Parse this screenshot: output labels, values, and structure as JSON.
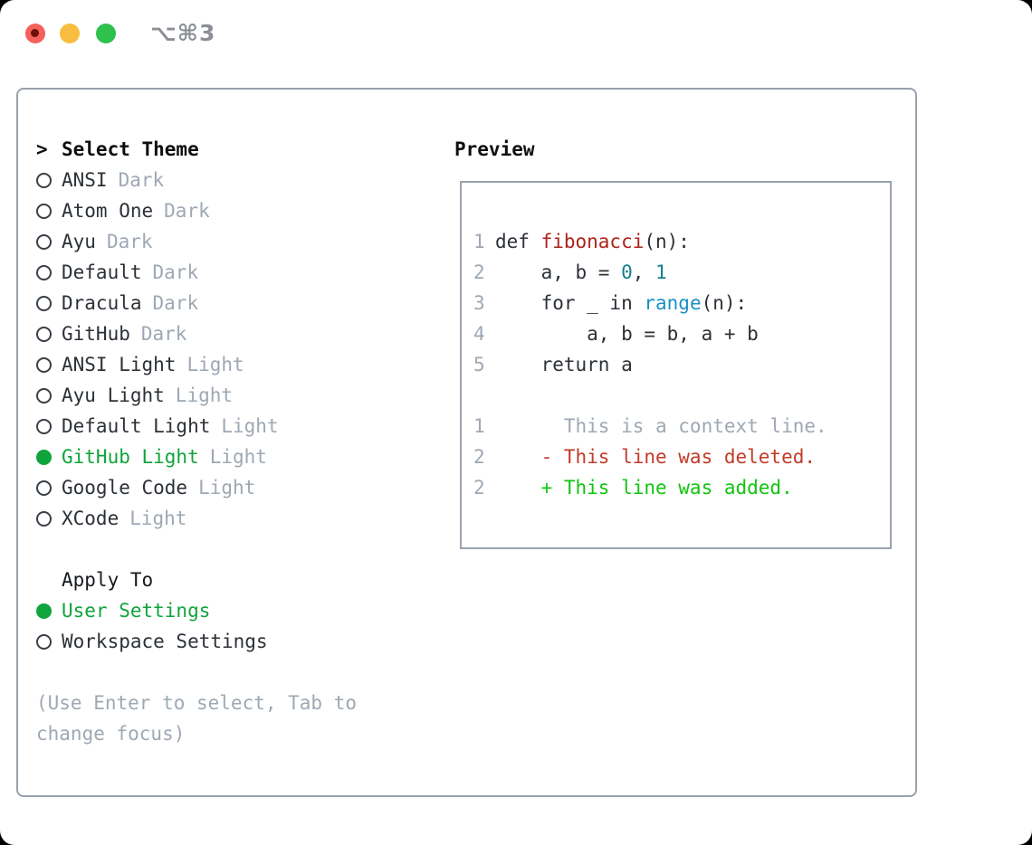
{
  "window": {
    "title": "⌥⌘3",
    "buttons": [
      "close",
      "minimize",
      "zoom"
    ]
  },
  "colors": {
    "accent_green": "#10a43c",
    "added_green": "#11c40f",
    "deleted_red": "#c23b28",
    "function_red": "#ae231c",
    "builtin_blue": "#1b8fc7",
    "number_teal": "#12808a",
    "text_dark": "#2c3137",
    "muted_gray": "#9ea8b4",
    "border_gray": "#99a1ac",
    "traffic_red": "#f4605a",
    "traffic_yellow": "#f8bd3e",
    "traffic_green": "#2fc14e"
  },
  "theme_picker": {
    "cursor": ">",
    "header": "Select Theme",
    "themes": [
      {
        "label": "ANSI",
        "tag": "Dark",
        "selected": false
      },
      {
        "label": "Atom One",
        "tag": "Dark",
        "selected": false
      },
      {
        "label": "Ayu",
        "tag": "Dark",
        "selected": false
      },
      {
        "label": "Default",
        "tag": "Dark",
        "selected": false
      },
      {
        "label": "Dracula",
        "tag": "Dark",
        "selected": false
      },
      {
        "label": "GitHub",
        "tag": "Dark",
        "selected": false
      },
      {
        "label": "ANSI Light",
        "tag": "Light",
        "selected": false
      },
      {
        "label": "Ayu Light",
        "tag": "Light",
        "selected": false
      },
      {
        "label": "Default Light",
        "tag": "Light",
        "selected": false
      },
      {
        "label": "GitHub Light",
        "tag": "Light",
        "selected": true
      },
      {
        "label": "Google Code",
        "tag": "Light",
        "selected": false
      },
      {
        "label": "XCode",
        "tag": "Light",
        "selected": false
      }
    ],
    "apply_to": {
      "header": "Apply To",
      "options": [
        {
          "label": "User Settings",
          "selected": true
        },
        {
          "label": "Workspace Settings",
          "selected": false
        }
      ]
    },
    "hint_lines": [
      "(Use Enter to select, Tab to",
      "change focus)"
    ]
  },
  "preview": {
    "title": "Preview",
    "lines": [
      {
        "num": "1",
        "tokens": [
          {
            "t": "def ",
            "c": "code"
          },
          {
            "t": "fibonacci",
            "c": "func"
          },
          {
            "t": "(n):",
            "c": "code"
          }
        ]
      },
      {
        "num": "2",
        "tokens": [
          {
            "t": "    a, b = ",
            "c": "code"
          },
          {
            "t": "0",
            "c": "num"
          },
          {
            "t": ", ",
            "c": "code"
          },
          {
            "t": "1",
            "c": "num"
          }
        ]
      },
      {
        "num": "3",
        "tokens": [
          {
            "t": "    for _ in ",
            "c": "code"
          },
          {
            "t": "range",
            "c": "builtin"
          },
          {
            "t": "(n):",
            "c": "code"
          }
        ]
      },
      {
        "num": "4",
        "tokens": [
          {
            "t": "        a, b = b, a + b",
            "c": "code"
          }
        ]
      },
      {
        "num": "5",
        "tokens": [
          {
            "t": "    return a",
            "c": "code"
          }
        ]
      },
      {
        "num": "",
        "tokens": []
      },
      {
        "num": "1",
        "tokens": [
          {
            "t": "      This is a context line.",
            "c": "ctx"
          }
        ]
      },
      {
        "num": "2",
        "tokens": [
          {
            "t": "    - This line was deleted.",
            "c": "del"
          }
        ]
      },
      {
        "num": "2",
        "tokens": [
          {
            "t": "    + This line was added.",
            "c": "add"
          }
        ]
      }
    ]
  }
}
